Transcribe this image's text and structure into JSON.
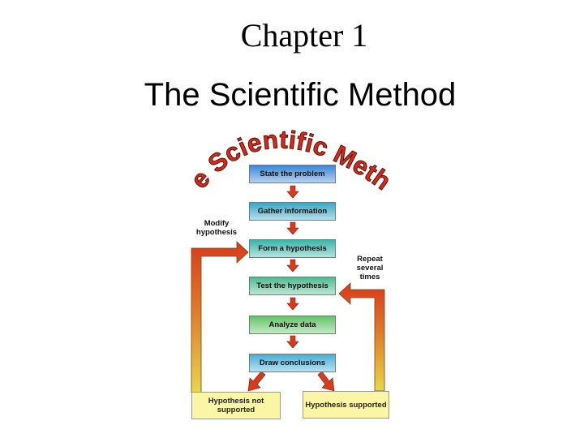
{
  "slide": {
    "chapter": "Chapter 1",
    "subtitle": "The Scientific Method"
  },
  "diagram": {
    "banner": "The Scientific Method",
    "steps": [
      {
        "label": "State the problem",
        "color": "#3a86d6"
      },
      {
        "label": "Gather information",
        "color": "#3aa6c4"
      },
      {
        "label": "Form a hypothesis",
        "color": "#3ab5a9"
      },
      {
        "label": "Test the hypothesis",
        "color": "#4dbb90"
      },
      {
        "label": "Analyze data",
        "color": "#63c468"
      },
      {
        "label": "Draw conclusions",
        "color": "#46aed6"
      }
    ],
    "outcomes": {
      "not_supported": "Hypothesis not supported",
      "supported": "Hypothesis supported"
    },
    "labels": {
      "modify": "Modify hypothesis",
      "repeat": "Repeat several times"
    },
    "colors": {
      "banner": "#d62a1a",
      "arrow_red": "#d83a1c",
      "arrow_yellow": "#e8d64a",
      "outcome_fill": "#fbf6a6"
    }
  }
}
